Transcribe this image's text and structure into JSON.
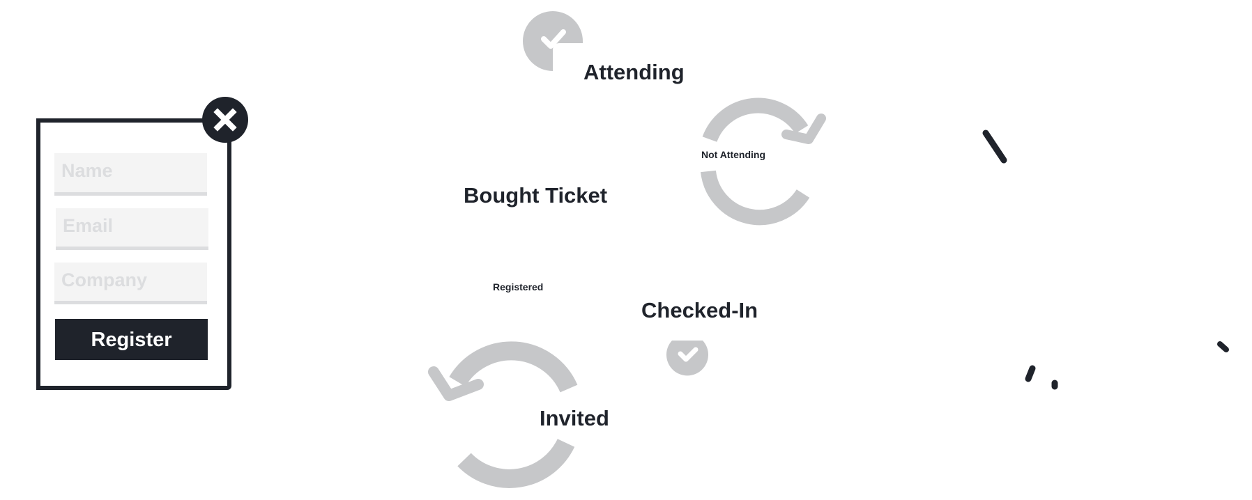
{
  "form": {
    "name_placeholder": "Name",
    "email_placeholder": "Email",
    "company_placeholder": "Company",
    "register_label": "Register",
    "close_icon": "close-icon"
  },
  "diagram": {
    "labels": {
      "attending": "Attending",
      "not_attending": "Not Attending",
      "bought_ticket": "Bought Ticket",
      "registered": "Registered",
      "checked_in": "Checked-In",
      "invited": "Invited"
    },
    "icons": [
      "check-circle-icon",
      "refresh-arrow-icon",
      "check-circle-icon",
      "refresh-arrow-icon"
    ]
  },
  "colors": {
    "dark": "#1f232b",
    "icon_gray": "#c6c7c9",
    "field_bg": "#f4f4f4",
    "placeholder": "#dcdddf"
  }
}
